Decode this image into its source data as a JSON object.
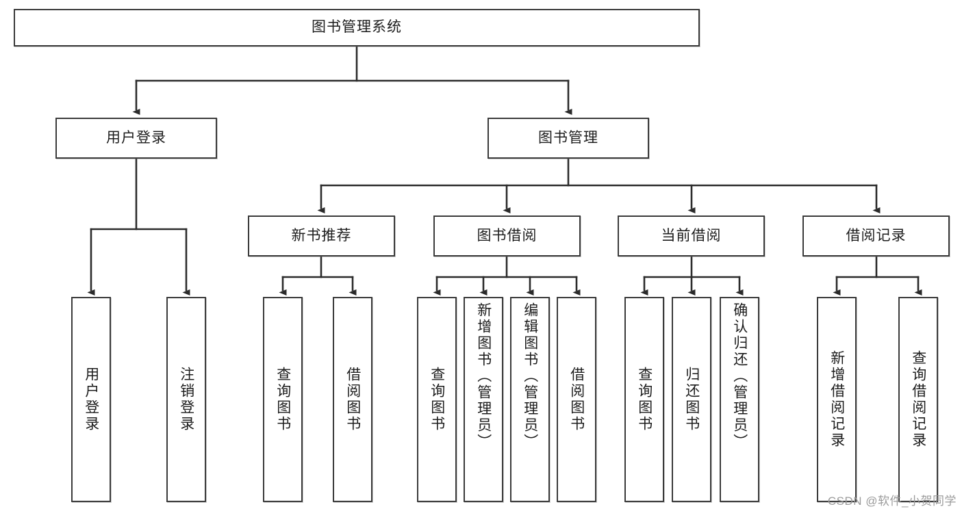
{
  "diagram": {
    "title_node": {
      "label": "图书管理系统"
    },
    "level2": [
      {
        "id": "user-login",
        "label": "用户登录"
      },
      {
        "id": "book-management",
        "label": "图书管理"
      }
    ],
    "level3": [
      {
        "id": "new-book-recommend",
        "label": "新书推荐"
      },
      {
        "id": "book-borrow",
        "label": "图书借阅"
      },
      {
        "id": "current-borrow",
        "label": "当前借阅"
      },
      {
        "id": "borrow-record",
        "label": "借阅记录"
      }
    ],
    "leaves": {
      "user_login": [
        {
          "id": "leaf-user-login",
          "label": "用户登录"
        },
        {
          "id": "leaf-logout-login",
          "label": "注销登录"
        }
      ],
      "new_book_recommend": [
        {
          "id": "leaf-query-book-1",
          "label": "查询图书"
        },
        {
          "id": "leaf-borrow-book-1",
          "label": "借阅图书"
        }
      ],
      "book_borrow": [
        {
          "id": "leaf-query-book-2",
          "label": "查询图书"
        },
        {
          "id": "leaf-add-book",
          "label": "新增图书（管理员）"
        },
        {
          "id": "leaf-edit-book",
          "label": "编辑图书（管理员）"
        },
        {
          "id": "leaf-borrow-book-2",
          "label": "借阅图书"
        }
      ],
      "current_borrow": [
        {
          "id": "leaf-query-book-3",
          "label": "查询图书"
        },
        {
          "id": "leaf-return-book",
          "label": "归还图书"
        },
        {
          "id": "leaf-confirm-return",
          "label": "确认归还（管理员）"
        }
      ],
      "borrow_record": [
        {
          "id": "leaf-add-borrow-record",
          "label": "新增借阅记录"
        },
        {
          "id": "leaf-query-borrow-record",
          "label": "查询借阅记录"
        }
      ]
    }
  },
  "watermark": {
    "text": "CSDN @软件_小贺同学"
  },
  "colors": {
    "border": "#3a3a3a",
    "background": "#ffffff",
    "text": "#1c1c1c",
    "watermark": "#9b9b9b"
  }
}
